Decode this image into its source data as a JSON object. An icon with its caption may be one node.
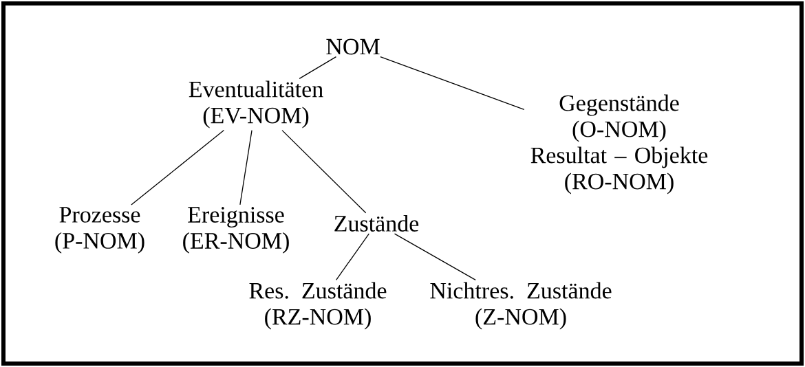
{
  "diagram": {
    "nodes": [
      {
        "text": [
          "NOM"
        ]
      },
      {
        "text": [
          "Eventualitäten (EV-NOM)"
        ]
      },
      {
        "text": [
          "Gegenstände (O-NOM)",
          "Resultat – Objekte (RO-NOM)"
        ]
      },
      {
        "text": [
          "Prozesse (P-NOM)"
        ]
      },
      {
        "text": [
          "Ereignisse (ER-NOM)"
        ]
      },
      {
        "text": [
          "Zustände"
        ]
      },
      {
        "text": [
          "Res. Zustände (RZ-NOM)"
        ]
      },
      {
        "text": [
          "Nichtres. Zustände (Z-NOM)"
        ]
      }
    ],
    "edges": [
      {
        "from": 0,
        "to": 1,
        "arrow": "none"
      },
      {
        "from": 0,
        "to": 2,
        "arrow": "none"
      },
      {
        "from": 1,
        "to": 3,
        "arrow": "none"
      },
      {
        "from": 1,
        "to": 4,
        "arrow": "none"
      },
      {
        "from": 1,
        "to": 5,
        "arrow": "none"
      },
      {
        "from": 5,
        "to": 6,
        "arrow": "none"
      },
      {
        "from": 5,
        "to": 7,
        "arrow": "none"
      }
    ]
  }
}
